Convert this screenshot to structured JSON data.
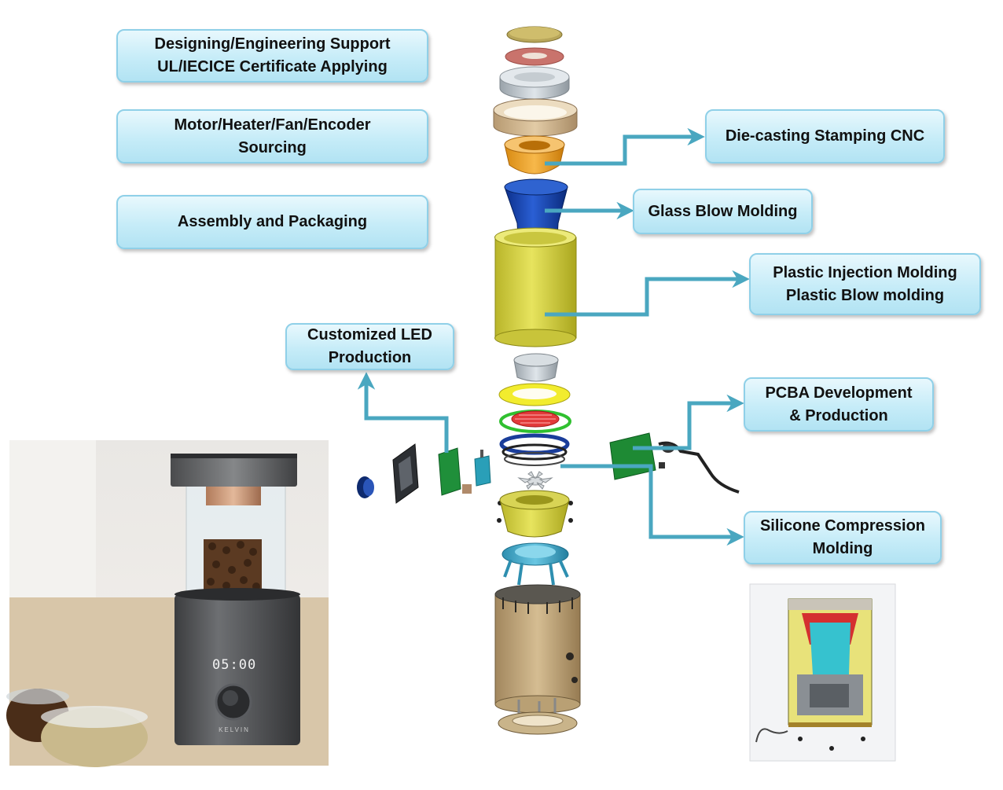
{
  "labels": {
    "design": "Designing/Engineering Support\nUL/IECICE Certificate Applying",
    "motor": "Motor/Heater/Fan/Encoder\nSourcing",
    "assembly": "Assembly and Packaging",
    "diecast": "Die-casting Stamping CNC",
    "glass": "Glass Blow Molding",
    "plastic": "Plastic Injection Molding\nPlastic Blow molding",
    "led": "Customized LED\nProduction",
    "pcba": "PCBA Development\n& Production",
    "silicone": "Silicone Compression\nMolding"
  },
  "product": {
    "display_time": "05:00",
    "brand": "KELVIN"
  },
  "colors": {
    "box_fill": "#c6ecf8",
    "box_border": "#8fd0e8",
    "arrow": "#4aa7c0"
  }
}
